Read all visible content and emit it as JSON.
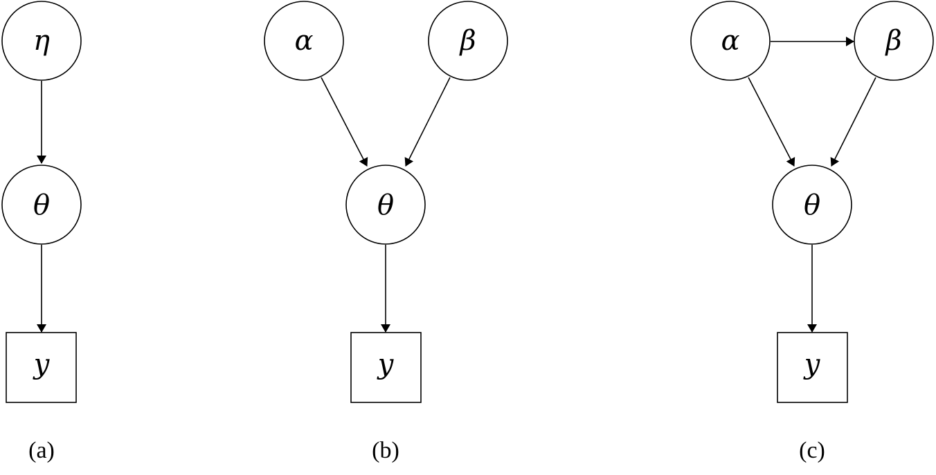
{
  "diagrams": [
    {
      "caption": "(a)",
      "nodes": [
        {
          "id": "eta",
          "label": "η",
          "shape": "circle"
        },
        {
          "id": "theta",
          "label": "θ",
          "shape": "circle"
        },
        {
          "id": "y",
          "label": "y",
          "shape": "square"
        }
      ],
      "edges": [
        {
          "from": "eta",
          "to": "theta"
        },
        {
          "from": "theta",
          "to": "y"
        }
      ]
    },
    {
      "caption": "(b)",
      "nodes": [
        {
          "id": "alpha",
          "label": "α",
          "shape": "circle"
        },
        {
          "id": "beta",
          "label": "β",
          "shape": "circle"
        },
        {
          "id": "theta",
          "label": "θ",
          "shape": "circle"
        },
        {
          "id": "y",
          "label": "y",
          "shape": "square"
        }
      ],
      "edges": [
        {
          "from": "alpha",
          "to": "theta"
        },
        {
          "from": "beta",
          "to": "theta"
        },
        {
          "from": "theta",
          "to": "y"
        }
      ]
    },
    {
      "caption": "(c)",
      "nodes": [
        {
          "id": "alpha",
          "label": "α",
          "shape": "circle"
        },
        {
          "id": "beta",
          "label": "β",
          "shape": "circle"
        },
        {
          "id": "theta",
          "label": "θ",
          "shape": "circle"
        },
        {
          "id": "y",
          "label": "y",
          "shape": "square"
        }
      ],
      "edges": [
        {
          "from": "alpha",
          "to": "beta"
        },
        {
          "from": "alpha",
          "to": "theta"
        },
        {
          "from": "beta",
          "to": "theta"
        },
        {
          "from": "theta",
          "to": "y"
        }
      ]
    }
  ]
}
